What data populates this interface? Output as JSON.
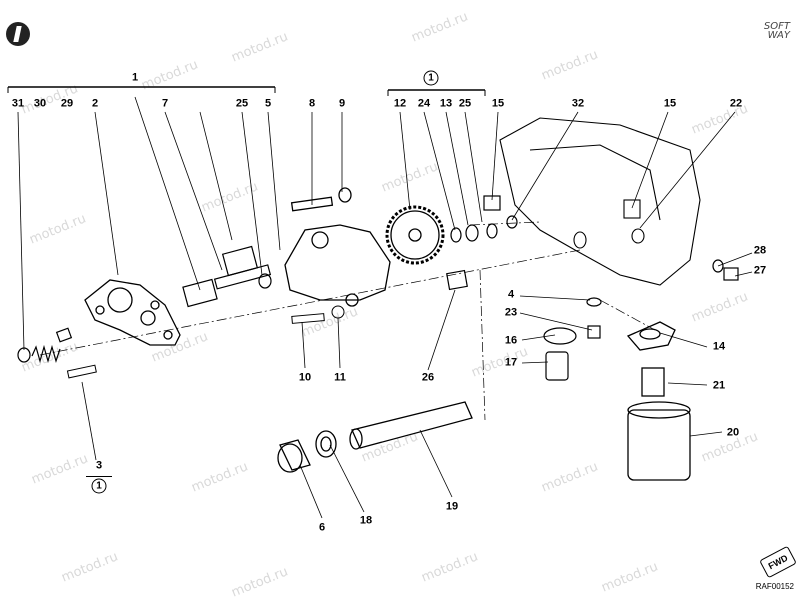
{
  "watermark_text": "motod.ru",
  "brand": {
    "line1": "SOFT",
    "line2": "WAY"
  },
  "drawing_code": "RAF00152",
  "fwd_label": "FWD",
  "callouts": [
    {
      "id": "c1",
      "text": "1"
    },
    {
      "id": "c31",
      "text": "31"
    },
    {
      "id": "c30",
      "text": "30"
    },
    {
      "id": "c29",
      "text": "29"
    },
    {
      "id": "c2",
      "text": "2"
    },
    {
      "id": "c7",
      "text": "7"
    },
    {
      "id": "c25a",
      "text": "25"
    },
    {
      "id": "c5",
      "text": "5"
    },
    {
      "id": "c8",
      "text": "8"
    },
    {
      "id": "c9",
      "text": "9"
    },
    {
      "id": "c12",
      "text": "12"
    },
    {
      "id": "c24",
      "text": "24"
    },
    {
      "id": "c13",
      "text": "13"
    },
    {
      "id": "c25b",
      "text": "25"
    },
    {
      "id": "c15a",
      "text": "15"
    },
    {
      "id": "c32",
      "text": "32"
    },
    {
      "id": "c15b",
      "text": "15"
    },
    {
      "id": "c22",
      "text": "22"
    },
    {
      "id": "c28",
      "text": "28"
    },
    {
      "id": "c27",
      "text": "27"
    },
    {
      "id": "c4",
      "text": "4"
    },
    {
      "id": "c23",
      "text": "23"
    },
    {
      "id": "c16",
      "text": "16"
    },
    {
      "id": "c17",
      "text": "17"
    },
    {
      "id": "c14",
      "text": "14"
    },
    {
      "id": "c21",
      "text": "21"
    },
    {
      "id": "c20",
      "text": "20"
    },
    {
      "id": "c10",
      "text": "10"
    },
    {
      "id": "c11",
      "text": "11"
    },
    {
      "id": "c26",
      "text": "26"
    },
    {
      "id": "c3",
      "text": "3"
    },
    {
      "id": "c6",
      "text": "6"
    },
    {
      "id": "c18",
      "text": "18"
    },
    {
      "id": "c19",
      "text": "19"
    }
  ],
  "group_markers": [
    {
      "id": "g1",
      "text": "1"
    },
    {
      "id": "g2",
      "text": "1"
    }
  ]
}
